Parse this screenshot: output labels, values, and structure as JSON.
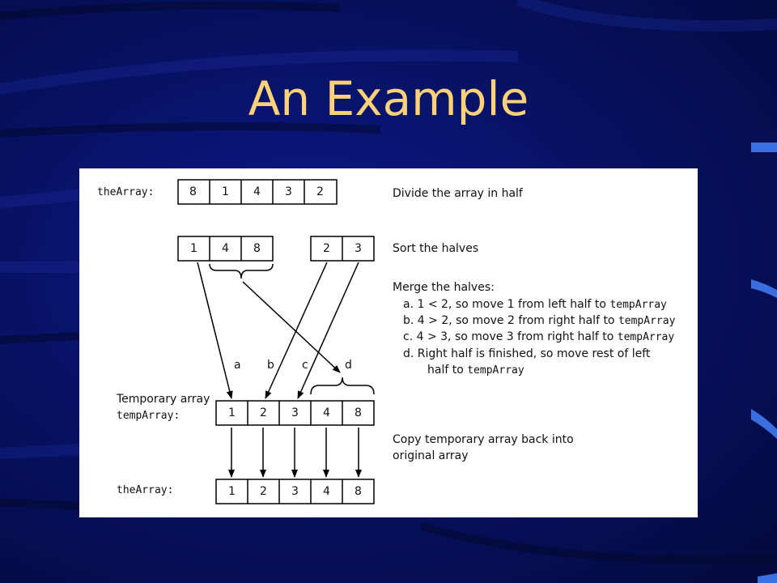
{
  "slide": {
    "title": "An Example"
  },
  "diagram": {
    "initial_label": "theArray:",
    "initial_values": [
      "8",
      "1",
      "4",
      "3",
      "2"
    ],
    "left_half": [
      "1",
      "4",
      "8"
    ],
    "right_half": [
      "2",
      "3"
    ],
    "move_labels": [
      "a",
      "b",
      "c",
      "d"
    ],
    "temp_label_line1": "Temporary array",
    "temp_label_line2": "tempArray:",
    "temp_values": [
      "1",
      "2",
      "3",
      "4",
      "8"
    ],
    "final_label": "theArray:",
    "final_values": [
      "1",
      "2",
      "3",
      "4",
      "8"
    ],
    "steps": {
      "divide": "Divide the array in half",
      "sort": "Sort the halves",
      "merge_heading": "Merge the halves:",
      "merge_a_text": "a. 1 < 2, so move 1 from left half to ",
      "merge_a_code": "tempArray",
      "merge_b_text": "b. 4 > 2, so move 2 from right half to ",
      "merge_b_code": "tempArray",
      "merge_c_text": "c. 4 > 3, so move 3 from right half to ",
      "merge_c_code": "tempArray",
      "merge_d_line1": "d. Right half is finished, so move rest of left",
      "merge_d_line2_text": "half to ",
      "merge_d_line2_code": "tempArray",
      "copy_line1": "Copy temporary array back into",
      "copy_line2": "original array"
    }
  }
}
